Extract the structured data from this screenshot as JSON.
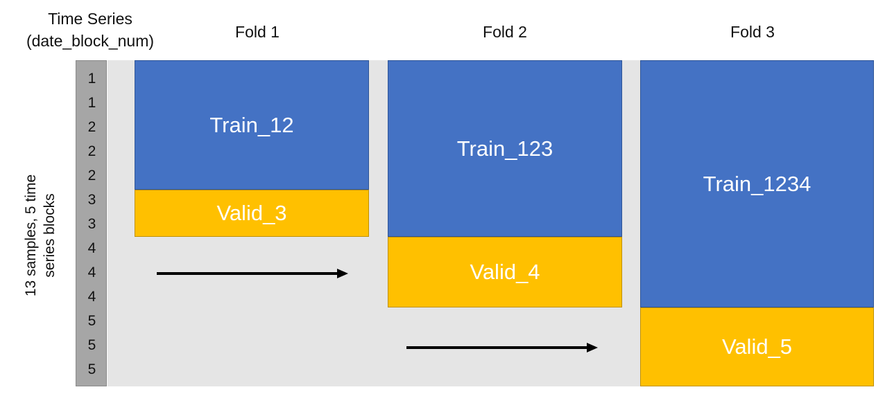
{
  "header": {
    "time_series_line1": "Time Series",
    "time_series_line2": "(date_block_num)",
    "folds": [
      "Fold 1",
      "Fold 2",
      "Fold 3"
    ]
  },
  "side_label": {
    "line1": "13 samples, 5 time",
    "line2": "series blocks"
  },
  "time_series_values": [
    "1",
    "1",
    "2",
    "2",
    "2",
    "3",
    "3",
    "4",
    "4",
    "4",
    "5",
    "5",
    "5"
  ],
  "blocks": {
    "fold1_train": "Train_12",
    "fold1_valid": "Valid_3",
    "fold2_train": "Train_123",
    "fold2_valid": "Valid_4",
    "fold3_train": "Train_1234",
    "fold3_valid": "Valid_5"
  },
  "colors": {
    "train": "#4472c4",
    "valid": "#ffc000",
    "background_panel": "#e5e5e5",
    "time_series_bar": "#a6a6a6",
    "arrow": "#000000"
  }
}
